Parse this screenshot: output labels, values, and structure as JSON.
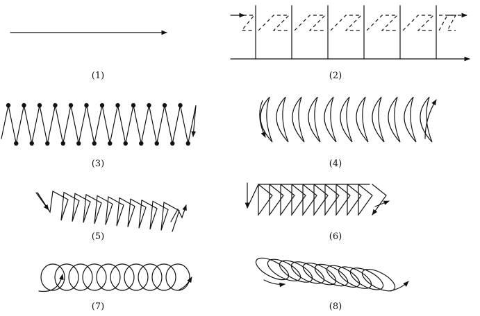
{
  "figure": {
    "panels": [
      {
        "id": "p1",
        "caption": "(1)"
      },
      {
        "id": "p2",
        "caption": "(2)"
      },
      {
        "id": "p3",
        "caption": "(3)"
      },
      {
        "id": "p4",
        "caption": "(4)"
      },
      {
        "id": "p5",
        "caption": "(5)"
      },
      {
        "id": "p6",
        "caption": "(6)"
      },
      {
        "id": "p7",
        "caption": "(7)"
      },
      {
        "id": "p8",
        "caption": "(8)"
      }
    ]
  }
}
